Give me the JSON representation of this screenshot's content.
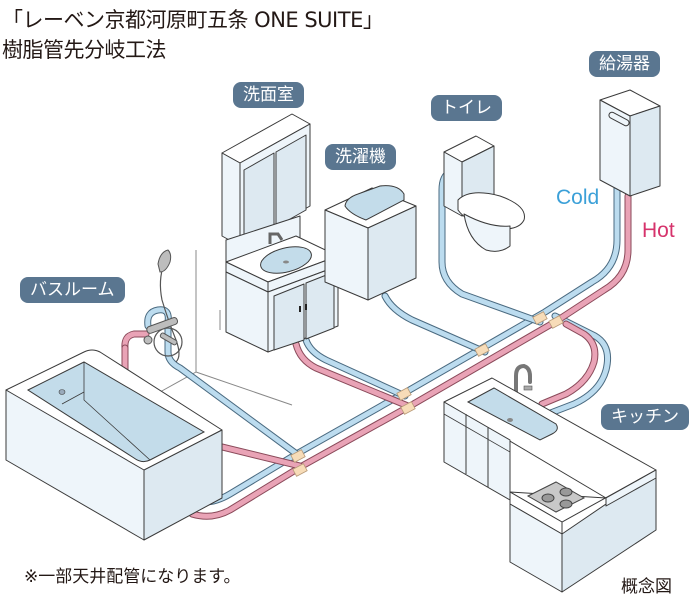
{
  "title": {
    "line1": "「レーベン京都河原町五条 ONE SUITE」",
    "line2": "樹脂管先分岐工法"
  },
  "labels": {
    "washroom": "洗面室",
    "washing_machine": "洗濯機",
    "toilet": "トイレ",
    "water_heater": "給湯器",
    "bathroom": "バスルーム",
    "kitchen": "キッチン"
  },
  "legend": {
    "cold": "Cold",
    "hot": "Hot"
  },
  "colors": {
    "label_bg": "#5a7690",
    "cold_pipe": "#bcdcef",
    "hot_pipe": "#e9a3b6",
    "cold_text": "#3ba0d8",
    "hot_text": "#d6336c",
    "fitting": "#f7dcb8",
    "fixture_fill": "#eef5fa",
    "water_fill": "#c3dcea"
  },
  "footnote": "※一部天井配管になります。",
  "concept_label": "概念図"
}
